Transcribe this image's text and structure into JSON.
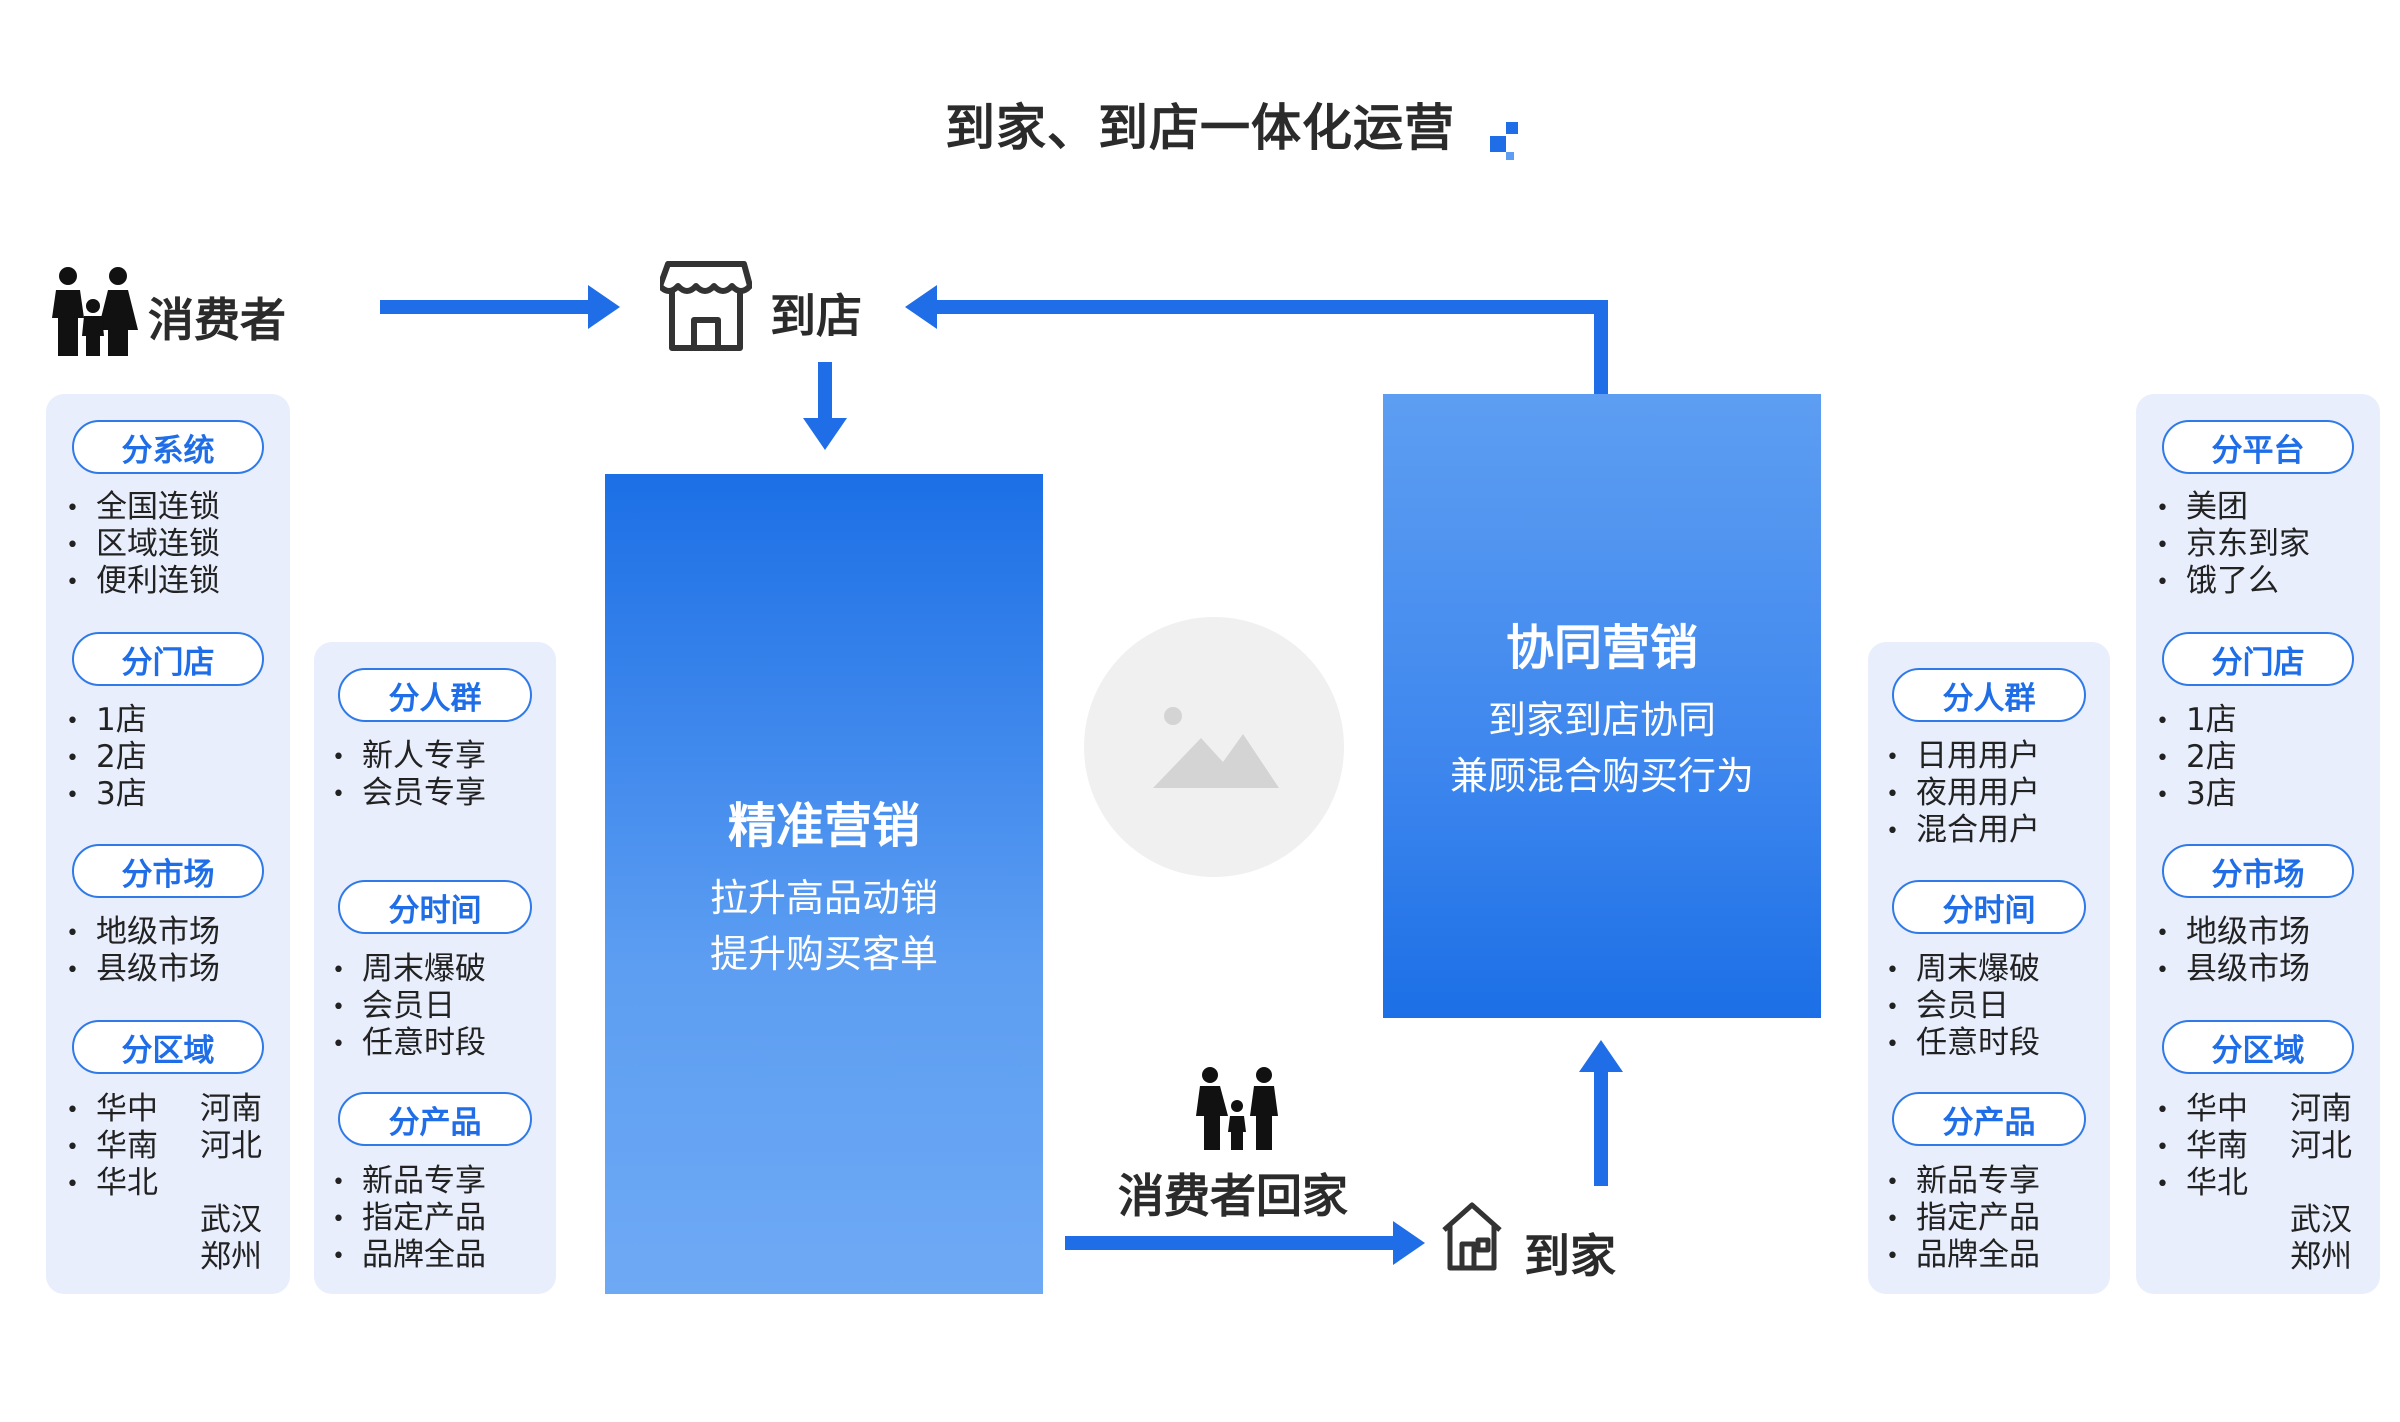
{
  "title": "到家、到店一体化运营",
  "actors": {
    "consumer": "消费者",
    "to_store": "到店",
    "consumer_home": "消费者回家",
    "to_home": "到家"
  },
  "precision_box": {
    "title": "精准营销",
    "lines": [
      "拉升高品动销",
      "提升购买客单"
    ]
  },
  "synergy_box": {
    "title": "协同营销",
    "lines": [
      "到家到店协同",
      "兼顾混合购买行为"
    ]
  },
  "left_outer_panel": {
    "groups": [
      {
        "label": "分系统",
        "items": [
          "全国连锁",
          "区域连锁",
          "便利连锁"
        ]
      },
      {
        "label": "分门店",
        "items": [
          "1店",
          "2店",
          "3店"
        ]
      },
      {
        "label": "分市场",
        "items": [
          "地级市场",
          "县级市场"
        ]
      },
      {
        "label": "分区域",
        "items": [
          "华中",
          "华南",
          "华北"
        ],
        "extra": [
          "河南",
          "河北",
          "",
          "武汉",
          "郑州"
        ]
      }
    ]
  },
  "left_inner_panel": {
    "groups": [
      {
        "label": "分人群",
        "items": [
          "新人专享",
          "会员专享"
        ]
      },
      {
        "label": "分时间",
        "items": [
          "周末爆破",
          "会员日",
          "任意时段"
        ]
      },
      {
        "label": "分产品",
        "items": [
          "新品专享",
          "指定产品",
          "品牌全品"
        ]
      }
    ]
  },
  "right_inner_panel": {
    "groups": [
      {
        "label": "分人群",
        "items": [
          "日用用户",
          "夜用用户",
          "混合用户"
        ]
      },
      {
        "label": "分时间",
        "items": [
          "周末爆破",
          "会员日",
          "任意时段"
        ]
      },
      {
        "label": "分产品",
        "items": [
          "新品专享",
          "指定产品",
          "品牌全品"
        ]
      }
    ]
  },
  "right_outer_panel": {
    "groups": [
      {
        "label": "分平台",
        "items": [
          "美团",
          "京东到家",
          "饿了么"
        ]
      },
      {
        "label": "分门店",
        "items": [
          "1店",
          "2店",
          "3店"
        ]
      },
      {
        "label": "分市场",
        "items": [
          "地级市场",
          "县级市场"
        ]
      },
      {
        "label": "分区域",
        "items": [
          "华中",
          "华南",
          "华北"
        ],
        "extra": [
          "河南",
          "河北",
          "",
          "武汉",
          "郑州"
        ]
      }
    ]
  },
  "icons": [
    "family-icon",
    "store-icon",
    "image-placeholder-icon",
    "couple-icon",
    "house-icon"
  ],
  "colors": {
    "accent": "#1f6ee8",
    "panel": "#e8eefc",
    "arrow": "#1f6ee8"
  }
}
